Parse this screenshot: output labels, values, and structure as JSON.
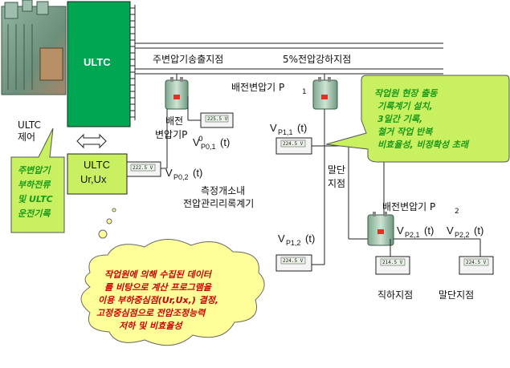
{
  "ultc_label": "ULTC",
  "ultc_control": {
    "line1": "ULTC",
    "line2": "제어"
  },
  "ultc_box2": {
    "line1": "ULTC",
    "line2": "Ur,Ux"
  },
  "bus_labels": {
    "send": "주변압기송출지점",
    "drop5": "5%전압강하지점"
  },
  "tx_p0": {
    "line1": "배전",
    "line2": "변압기P",
    "sub": "0"
  },
  "tx_p1": {
    "text": "배전변압기 P",
    "sub": "1"
  },
  "tx_p2": {
    "text": "배전변압기 P",
    "sub": "2"
  },
  "v_labels": {
    "p01": {
      "main": "V",
      "sub": "P0,1",
      "suffix": "(t)"
    },
    "p02": {
      "main": "V",
      "sub": "P0,2",
      "suffix": "(t)"
    },
    "p11": {
      "main": "V",
      "sub": "P1,1",
      "suffix": "(t)"
    },
    "p12": {
      "main": "V",
      "sub": "P1,2",
      "suffix": "(t)"
    },
    "p21": {
      "main": "V",
      "sub": "P2,1",
      "suffix": "(t)"
    },
    "p22": {
      "main": "V",
      "sub": "P2,2",
      "suffix": "(t)"
    }
  },
  "meter_readings": {
    "p01": "225.5 V",
    "p02": "222.5 V",
    "p11": "224.5 V",
    "p12": "224.5 V",
    "p21": "214.5 V",
    "p22": "224.5 V"
  },
  "substation_recorder": {
    "line1": "측정개소내",
    "line2": "전압관리리록계기"
  },
  "end_point_mid": {
    "line1": "말단",
    "line2": "지점"
  },
  "bottom_labels": {
    "direct": "직하지점",
    "end": "말단지점"
  },
  "callout_green_left": {
    "line1": "주변압기",
    "line2": "부하전류",
    "line3": "및 ULTC",
    "line4": "운전기록"
  },
  "callout_green_right": {
    "line1": "작업원 현장 출동",
    "line2": "기록계기 설치,",
    "line3": "3일간 기록,",
    "line4": "철거 작업 반복",
    "line5": "비효율성, 비정확성 초래"
  },
  "callout_cloud": {
    "line1": "작업원에 의해 수집된 데이터",
    "line2": "를 비탕으로  계산 프로그램을",
    "line3": "이용 부하중심점(Ur,Ux,) 결정,",
    "line4": "고정중심점으로 전압조정능력",
    "line5": "저하 및 비효율성"
  },
  "colors": {
    "ultc_green": "#00a651",
    "callout_green": "#c8f060",
    "callout_yellow": "#ffff99",
    "callout_text_green": "#1a9a1a",
    "callout_text_red": "#cc0000"
  }
}
